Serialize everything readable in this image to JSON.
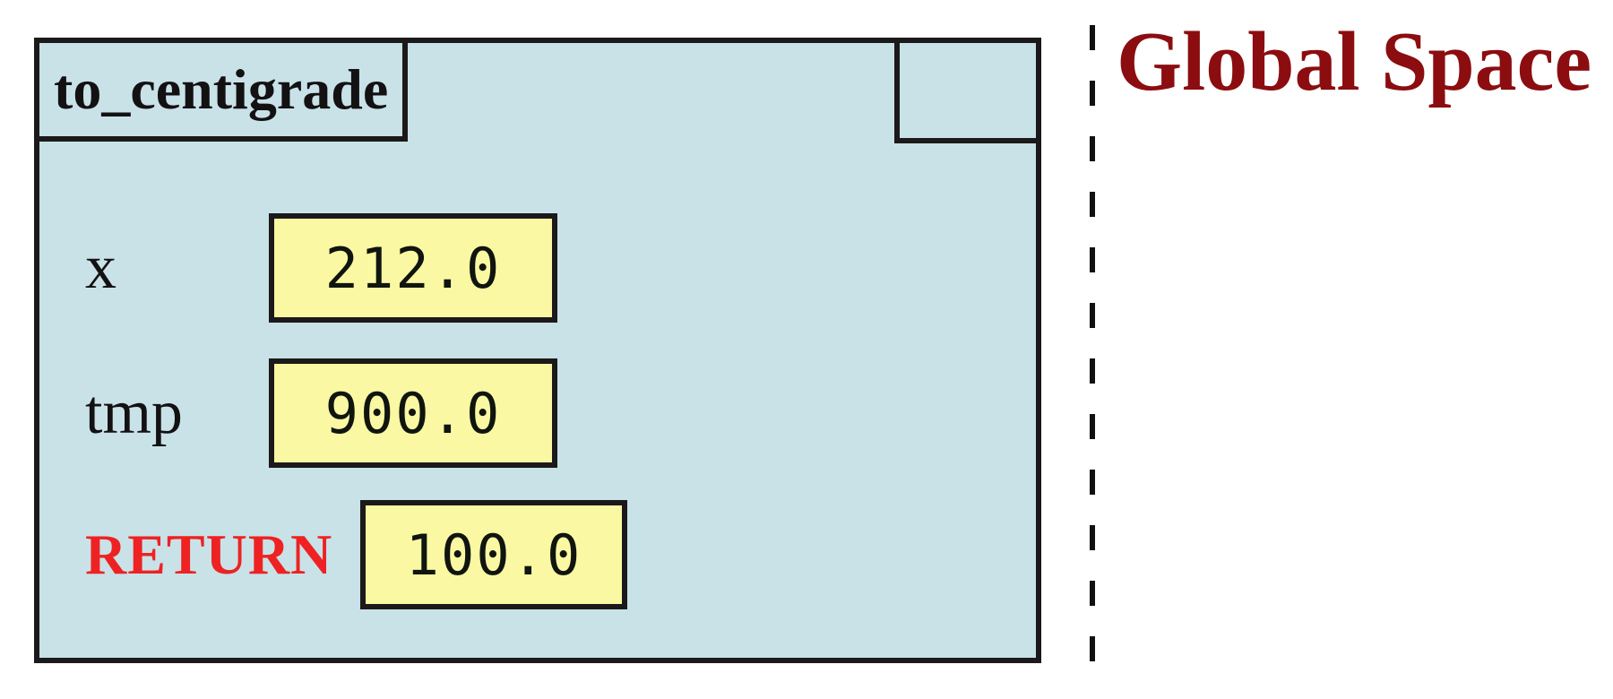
{
  "diagram": {
    "call_frame": {
      "function_name": "to_centigrade",
      "program_counter": "",
      "variables": [
        {
          "label": "x",
          "value": "212.0"
        },
        {
          "label": "tmp",
          "value": "900.0"
        },
        {
          "label": "RETURN",
          "value": "100.0"
        }
      ]
    },
    "global_space": {
      "label": "Global Space"
    },
    "colors": {
      "frame_fill": "#c8e2e8",
      "value_box_fill": "#fbf8a3",
      "border": "#1c191a",
      "return_label_color": "#ee2222",
      "global_space_color": "#8b0d10",
      "divider_color": "#111111"
    }
  }
}
